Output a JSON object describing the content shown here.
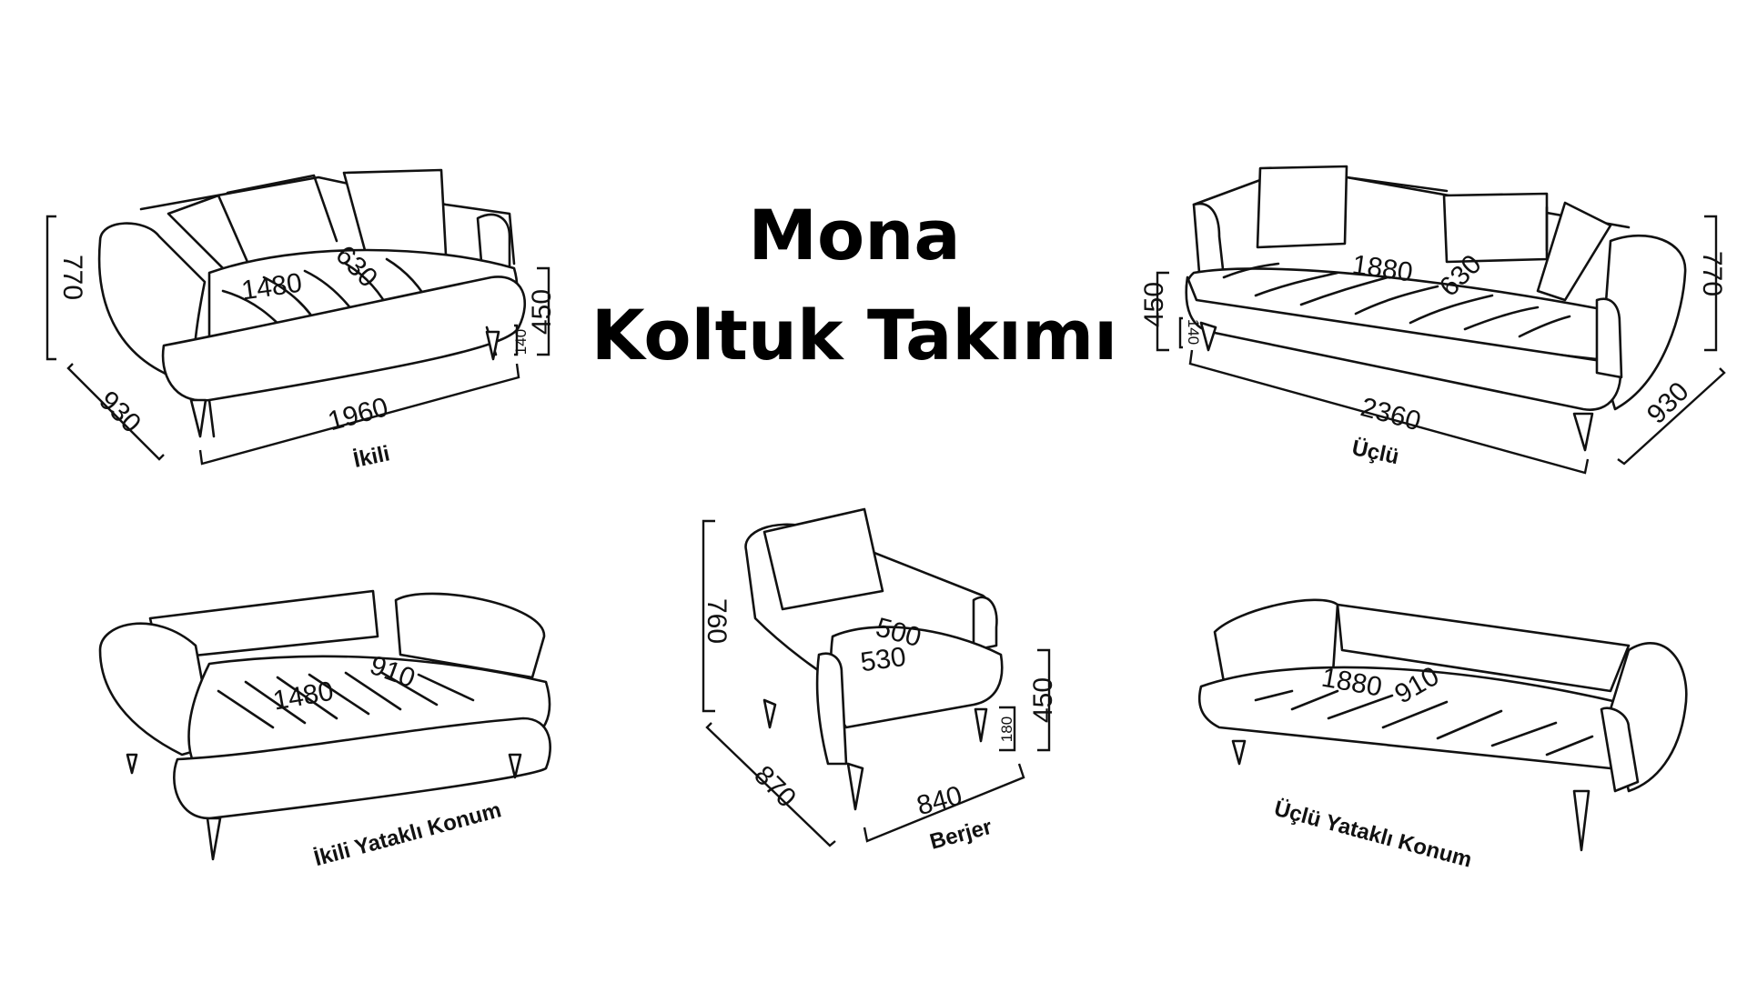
{
  "title": {
    "line1": "Mona",
    "line2": "Koltuk Takımı"
  },
  "views": {
    "ikili": {
      "label": "İkili",
      "height": "770",
      "depth": "930",
      "width": "1960",
      "seat_width": "1480",
      "seat_depth": "630",
      "seat_height": "450",
      "leg_height": "140"
    },
    "uclu": {
      "label": "Üçlü",
      "height": "770",
      "depth": "930",
      "width": "2360",
      "seat_width": "1880",
      "seat_depth": "630",
      "seat_height": "450",
      "leg_height": "140"
    },
    "berjer": {
      "label": "Berjer",
      "height": "760",
      "depth": "870",
      "width": "840",
      "seat_width": "530",
      "seat_depth": "500",
      "seat_height": "450",
      "leg_height": "180"
    },
    "ikili_yatakli": {
      "label": "İkili Yataklı Konum",
      "bed_width": "1480",
      "bed_depth": "910"
    },
    "uclu_yatakli": {
      "label": "Üçlü Yataklı Konum",
      "bed_width": "1880",
      "bed_depth": "910"
    }
  }
}
